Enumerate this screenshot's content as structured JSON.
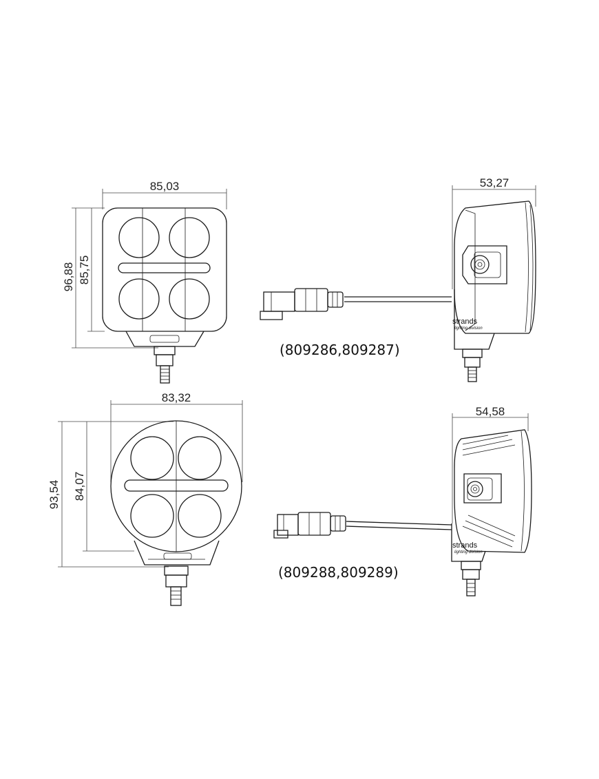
{
  "square_front": {
    "width_dim": "85,03",
    "height_outer_dim": "96,88",
    "height_inner_dim": "85,75"
  },
  "square_side": {
    "depth_dim": "53,27",
    "part_numbers": "(809286,809287)",
    "brand_name": "strands",
    "brand_sub": "lighting division"
  },
  "round_front": {
    "width_dim": "83,32",
    "height_outer_dim": "93,54",
    "height_inner_dim": "84,07"
  },
  "round_side": {
    "depth_dim": "54,58",
    "part_numbers": "(809288,809289)",
    "brand_name": "strands",
    "brand_sub": "lighting division"
  }
}
